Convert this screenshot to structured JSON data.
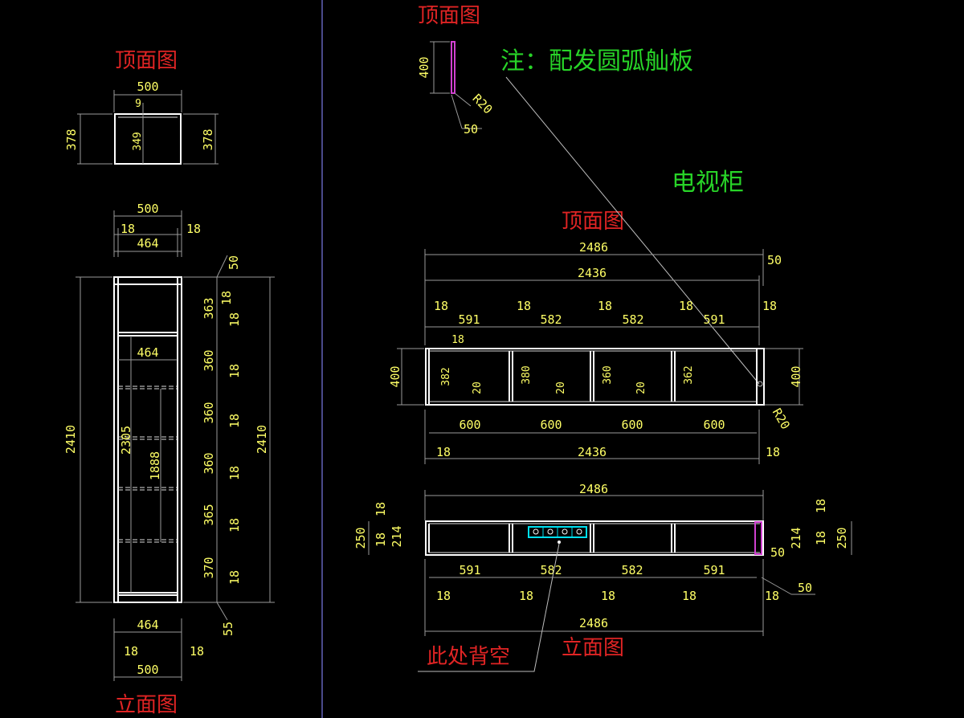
{
  "colors": {
    "background": "#000000",
    "dimension_text": "#ffff66",
    "title_red": "#e02424",
    "note_green": "#28d428",
    "outline": "#ffffff",
    "accent_magenta": "#d040d0",
    "accent_cyan": "#00e0f0",
    "separator": "#4a4a8a"
  },
  "left": {
    "top_title": "顶面图",
    "front_title": "立面图",
    "top_width": "500",
    "top_gap": "9",
    "top_depth_l": "378",
    "top_depth_inner": "349",
    "top_depth_r": "378",
    "front_width_top": "500",
    "front_panel_l": "18",
    "front_panel_r": "18",
    "front_inner_top": "464",
    "front_inner_mid": "464",
    "front_height_l": "2410",
    "front_height_r": "2410",
    "front_inner_h": "2305",
    "front_inner_h2": "1888",
    "top_gap_r": "50",
    "sections": [
      "363",
      "360",
      "360",
      "360",
      "365",
      "370"
    ],
    "shelves": [
      "18",
      "18",
      "18",
      "18",
      "18",
      "18",
      "18"
    ],
    "plinth": "55",
    "bottom_inner": "464",
    "bottom_panel_l": "18",
    "bottom_panel_r": "18",
    "bottom_width": "500"
  },
  "right": {
    "small_title": "顶面图",
    "small_h": "400",
    "small_r": "R20",
    "small_w": "50",
    "note": "注：配发圆弧舢板",
    "tv_title": "电视柜",
    "top_title": "顶面图",
    "top_total": "2486",
    "top_total_gap": "50",
    "top_inner": "2436",
    "top_panels": [
      "18",
      "18",
      "18",
      "18",
      "18"
    ],
    "top_cells": [
      "591",
      "582",
      "582",
      "591"
    ],
    "top_depth_l": "400",
    "top_depth_r": "400",
    "inner_panel": "18",
    "inner_depths": [
      "382",
      "380",
      "360",
      "362"
    ],
    "inner_20s": [
      "20",
      "20",
      "20"
    ],
    "top_r": "R20",
    "top_modules": [
      "600",
      "600",
      "600",
      "600"
    ],
    "top_bottom_l": "18",
    "top_bottom_inner": "2436",
    "top_bottom_r": "18",
    "front_total_top": "2486",
    "front_left_dims": [
      "18",
      "250",
      "18",
      "214"
    ],
    "front_right_dims": [
      "18",
      "214",
      "18",
      "250"
    ],
    "front_right_gap": "50",
    "front_cells": [
      "591",
      "582",
      "582",
      "591"
    ],
    "front_panels": [
      "18",
      "18",
      "18",
      "18",
      "18"
    ],
    "front_end_gap": "50",
    "front_total_bottom": "2486",
    "hollow_note": "此处背空",
    "front_title": "立面图"
  }
}
